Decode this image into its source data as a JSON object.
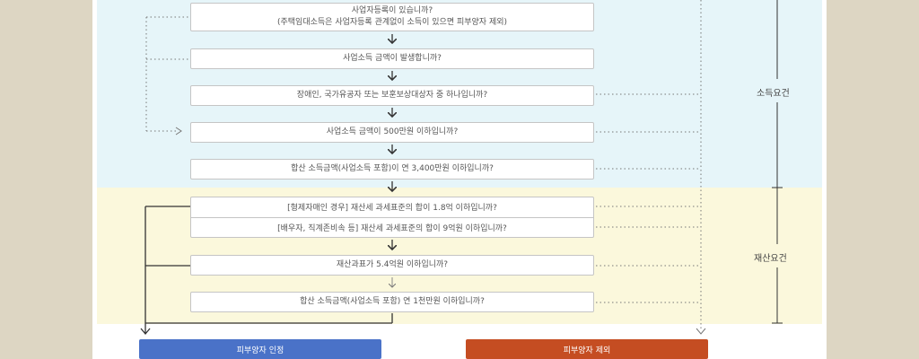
{
  "income_section": {
    "label": "소득요건",
    "q1_line1": "사업자등록이 있습니까?",
    "q1_line2": "(주택임대소득은 사업자등록 관계없이 소득이 있으면 피부양자 제외)",
    "q2": "사업소득 금액이 발생합니까?",
    "q3": "장애인, 국가유공자 또는 보훈보상대상자 중 하나입니까?",
    "q4": "사업소득 금액이 500만원 이하입니까?",
    "q5": "합산 소득금액(사업소득 포함)이 연 3,400만원 이하입니까?"
  },
  "asset_section": {
    "label": "재산요건",
    "q6a": "[형제자매인 경우] 재산세 과세표준의 합이 1.8억 이하입니까?",
    "q6b": "[배우자, 직계존비속 등] 재산세 과세표준의 합이 9억원 이하입니까?",
    "q7": "재산과표가 5.4억원 이하입니까?",
    "q8": "합산 소득금액(사업소득 포함) 연 1천만원 이하입니까?"
  },
  "results": {
    "accept": "피부양자 인정",
    "exclude": "피부양자 제외"
  },
  "colors": {
    "income_band": "#e6f5f9",
    "asset_band": "#fbf8dc",
    "accept": "#4a72c8",
    "exclude": "#c54d22"
  }
}
